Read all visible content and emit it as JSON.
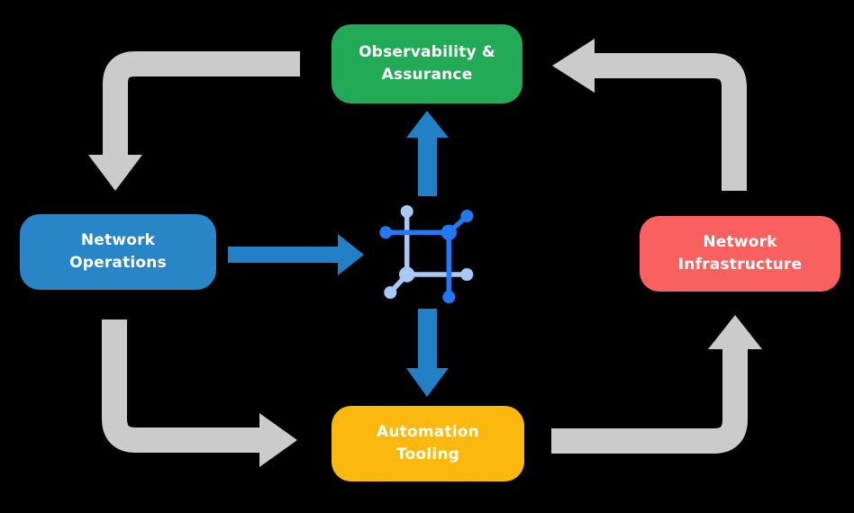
{
  "diagram": {
    "background": "#000000",
    "nodes": {
      "observability": {
        "label": "Observability & Assurance",
        "color": "#23AA56"
      },
      "operations": {
        "label": "Network Operations",
        "color": "#2886C6"
      },
      "infrastructure": {
        "label": "Network Infrastructure",
        "color": "#F96060"
      },
      "tooling": {
        "label": "Automation Tooling",
        "color": "#FBB90F"
      }
    },
    "colors": {
      "cycle_arrow": "#CBCBCB",
      "flow_arrow": "#2180C6",
      "icon_dark": "#2379F2",
      "icon_light": "#A8C9F8",
      "label_text": "#FFFFFF"
    },
    "center_icon": "network-automation-icon"
  }
}
